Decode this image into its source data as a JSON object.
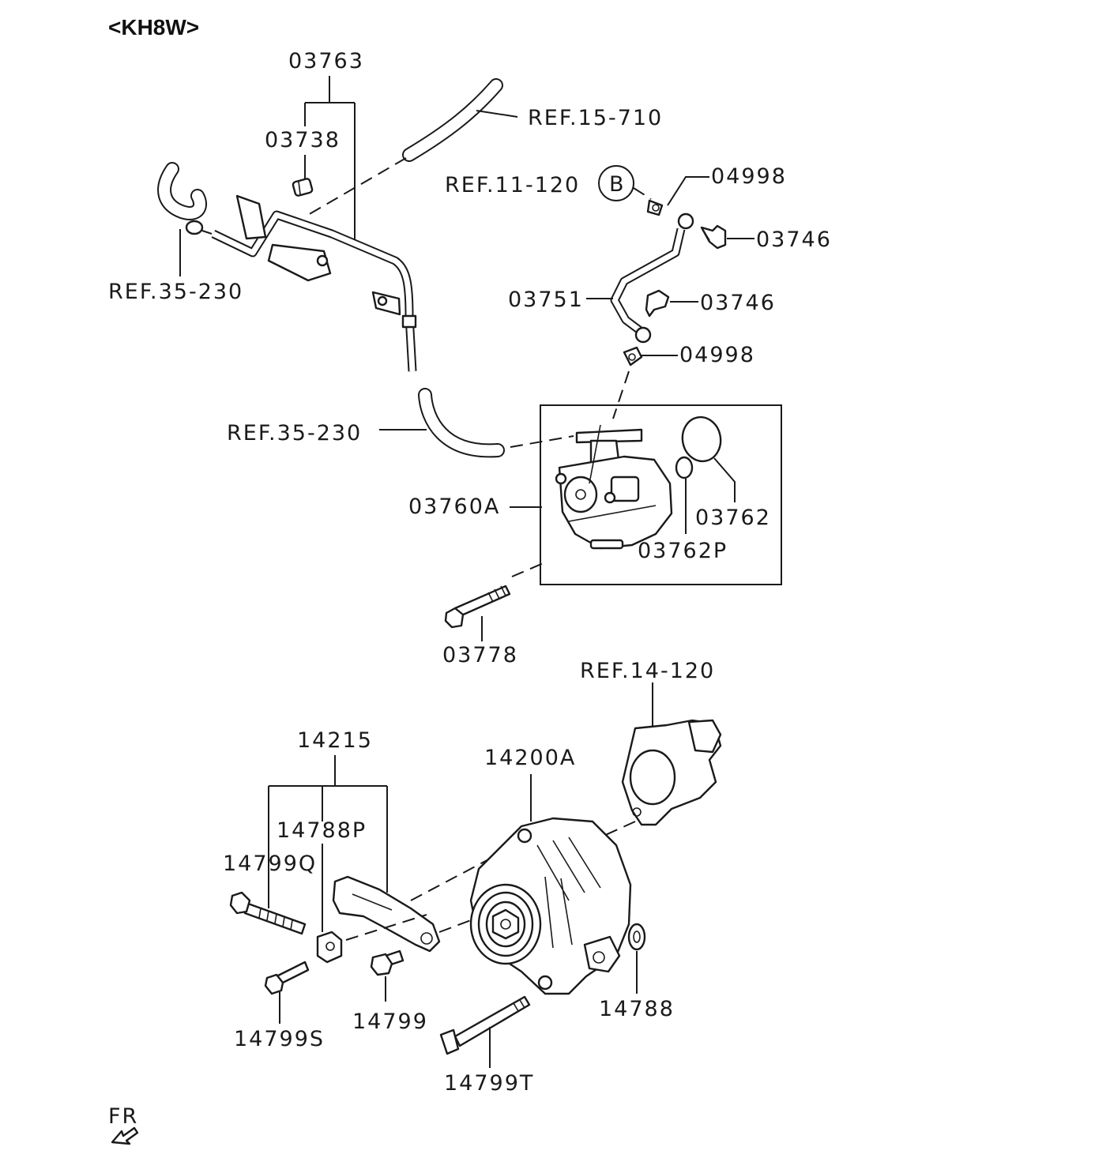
{
  "title": "<KH8W>",
  "labels": {
    "l03763": "03763",
    "l03738": "03738",
    "ref15_710": "REF.15-710",
    "ref11_120": "REF.11-120",
    "circle_b": "B",
    "l04998_top": "04998",
    "l03746_top": "03746",
    "ref35_230_top": "REF.35-230",
    "l03751": "03751",
    "l03746_mid": "03746",
    "l04998_mid": "04998",
    "ref35_230_mid": "REF.35-230",
    "l03760a": "03760A",
    "l03762": "03762",
    "l03762p": "03762P",
    "l03778": "03778",
    "ref14_120": "REF.14-120",
    "l14215": "14215",
    "l14200a": "14200A",
    "l14788p": "14788P",
    "l14799q": "14799Q",
    "l14799s": "14799S",
    "l14799": "14799",
    "l14788": "14788",
    "l14799t": "14799T",
    "fr": "FR"
  }
}
